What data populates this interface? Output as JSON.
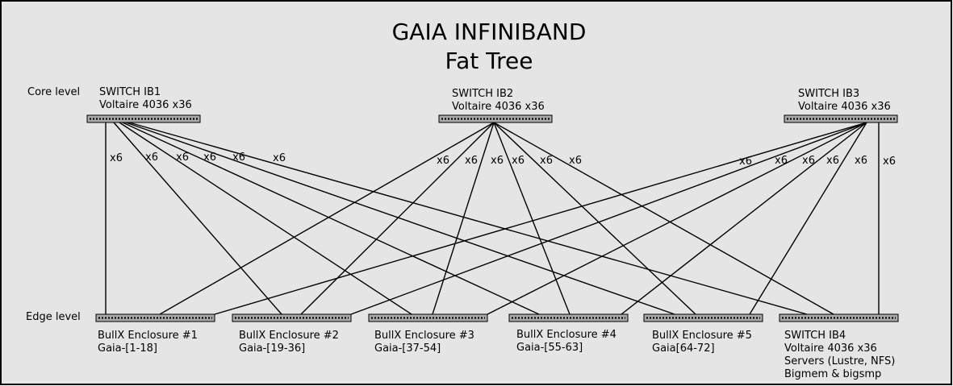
{
  "diagram": {
    "title_line1": "GAIA INFINIBAND",
    "title_line2": "Fat Tree",
    "level_core": "Core level",
    "level_edge": "Edge level",
    "multiplier": "x6"
  },
  "core_switches": [
    {
      "id": "ib1",
      "name": "SWITCH IB1",
      "model": "Voltaire 4036 x36"
    },
    {
      "id": "ib2",
      "name": "SWITCH IB2",
      "model": "Voltaire 4036 x36"
    },
    {
      "id": "ib3",
      "name": "SWITCH IB3",
      "model": "Voltaire 4036 x36"
    }
  ],
  "edge_nodes": [
    {
      "id": "enc1",
      "lines": [
        "BullX Enclosure #1",
        "Gaia-[1-18]"
      ]
    },
    {
      "id": "enc2",
      "lines": [
        "BullX Enclosure #2",
        "Gaia-[19-36]"
      ]
    },
    {
      "id": "enc3",
      "lines": [
        "BullX Enclosure #3",
        "Gaia-[37-54]"
      ]
    },
    {
      "id": "enc4",
      "lines": [
        "BullX Enclosure #4",
        "Gaia-[55-63]"
      ]
    },
    {
      "id": "enc5",
      "lines": [
        "BullX Enclosure #5",
        "Gaia[64-72]"
      ]
    },
    {
      "id": "ib4",
      "lines": [
        "SWITCH IB4",
        "Voltaire 4036 x36",
        "Servers (Lustre, NFS)",
        "Bigmem & bigsmp"
      ]
    }
  ],
  "colors": {
    "background": "#e5e5e5",
    "border": "#000000",
    "switch_fill": "#a9a9a9",
    "switch_dots": "#000000",
    "link": "#000000"
  }
}
